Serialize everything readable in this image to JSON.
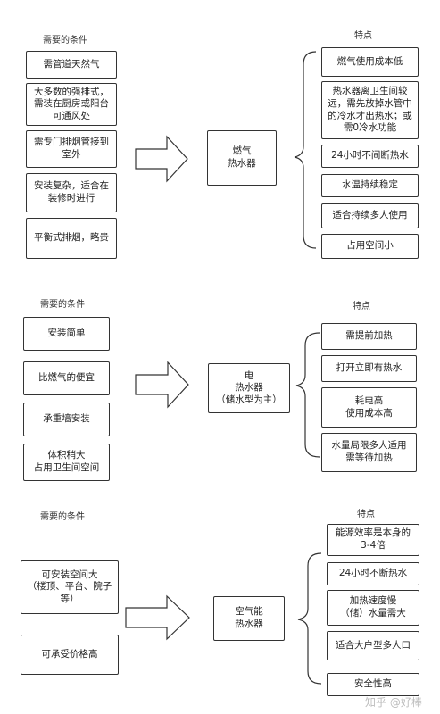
{
  "sections": [
    {
      "conditions_label": "需要的条件",
      "features_label": "特点",
      "center": "燃气\n热水器",
      "conditions": [
        "需管道天然气",
        "大多数的强排式，需装在厨房或阳台可通风处",
        "需专门排烟管接到室外",
        "安装复杂，适合在装修时进行",
        "平衡式排烟，略贵"
      ],
      "features": [
        "燃气使用成本低",
        "热水器离卫生间较远，需先放掉水管中的冷水才出热水；或需0冷水功能",
        "24小时不间断热水",
        "水温持续稳定",
        "适合持续多人使用",
        "占用空间小"
      ]
    },
    {
      "conditions_label": "需要的条件",
      "features_label": "特点",
      "center": "电\n热水器\n（储水型为主）",
      "conditions": [
        "安装简单",
        "比燃气的便宜",
        "承重墙安装",
        "体积稍大\n占用卫生间空间"
      ],
      "features": [
        "需提前加热",
        "打开立即有热水",
        "耗电高\n使用成本高",
        "水量局限多人适用\n需等待加热"
      ]
    },
    {
      "conditions_label": "需要的条件",
      "features_label": "特点",
      "center": "空气能\n热水器",
      "conditions": [
        "可安装空间大\n（楼顶、平台、院子等）",
        "可承受价格高"
      ],
      "features": [
        "能源效率是本身的\n3-4倍",
        "24小时不断热水",
        "加热速度慢\n（储）水量需大",
        "适合大户型多人口",
        "安全性高"
      ]
    }
  ],
  "watermark": "知乎 @好棒"
}
